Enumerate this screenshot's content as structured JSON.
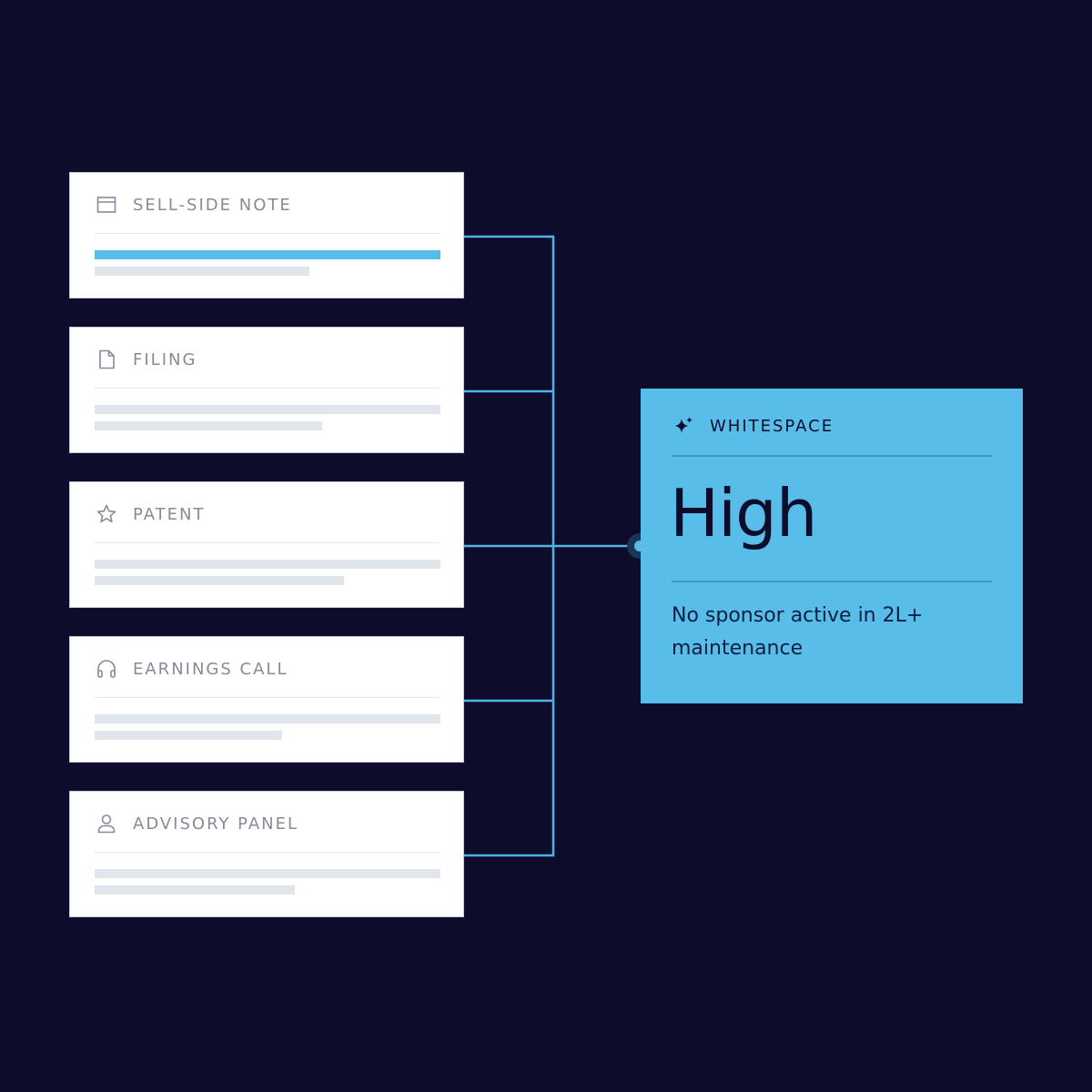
{
  "sources": [
    {
      "label": "SELL-SIDE NOTE",
      "icon": "panel-window-icon",
      "line_widths": [
        1.0,
        0.62
      ],
      "highlighted": true
    },
    {
      "label": "FILING",
      "icon": "document-icon",
      "line_widths": [
        1.0,
        0.66
      ],
      "highlighted": false
    },
    {
      "label": "PATENT",
      "icon": "star-icon",
      "line_widths": [
        1.0,
        0.72
      ],
      "highlighted": false
    },
    {
      "label": "EARNINGS CALL",
      "icon": "headphones-icon",
      "line_widths": [
        1.0,
        0.54
      ],
      "highlighted": false
    },
    {
      "label": "ADVISORY PANEL",
      "icon": "person-icon",
      "line_widths": [
        1.0,
        0.58
      ],
      "highlighted": false
    }
  ],
  "result": {
    "label": "WHITESPACE",
    "icon": "sparkle-icon",
    "value": "High",
    "description": "No sponsor active in 2L+ maintenance"
  },
  "colors": {
    "background": "#0d0d2b",
    "accent": "#58bde9",
    "connector": "#4fb3e6"
  }
}
